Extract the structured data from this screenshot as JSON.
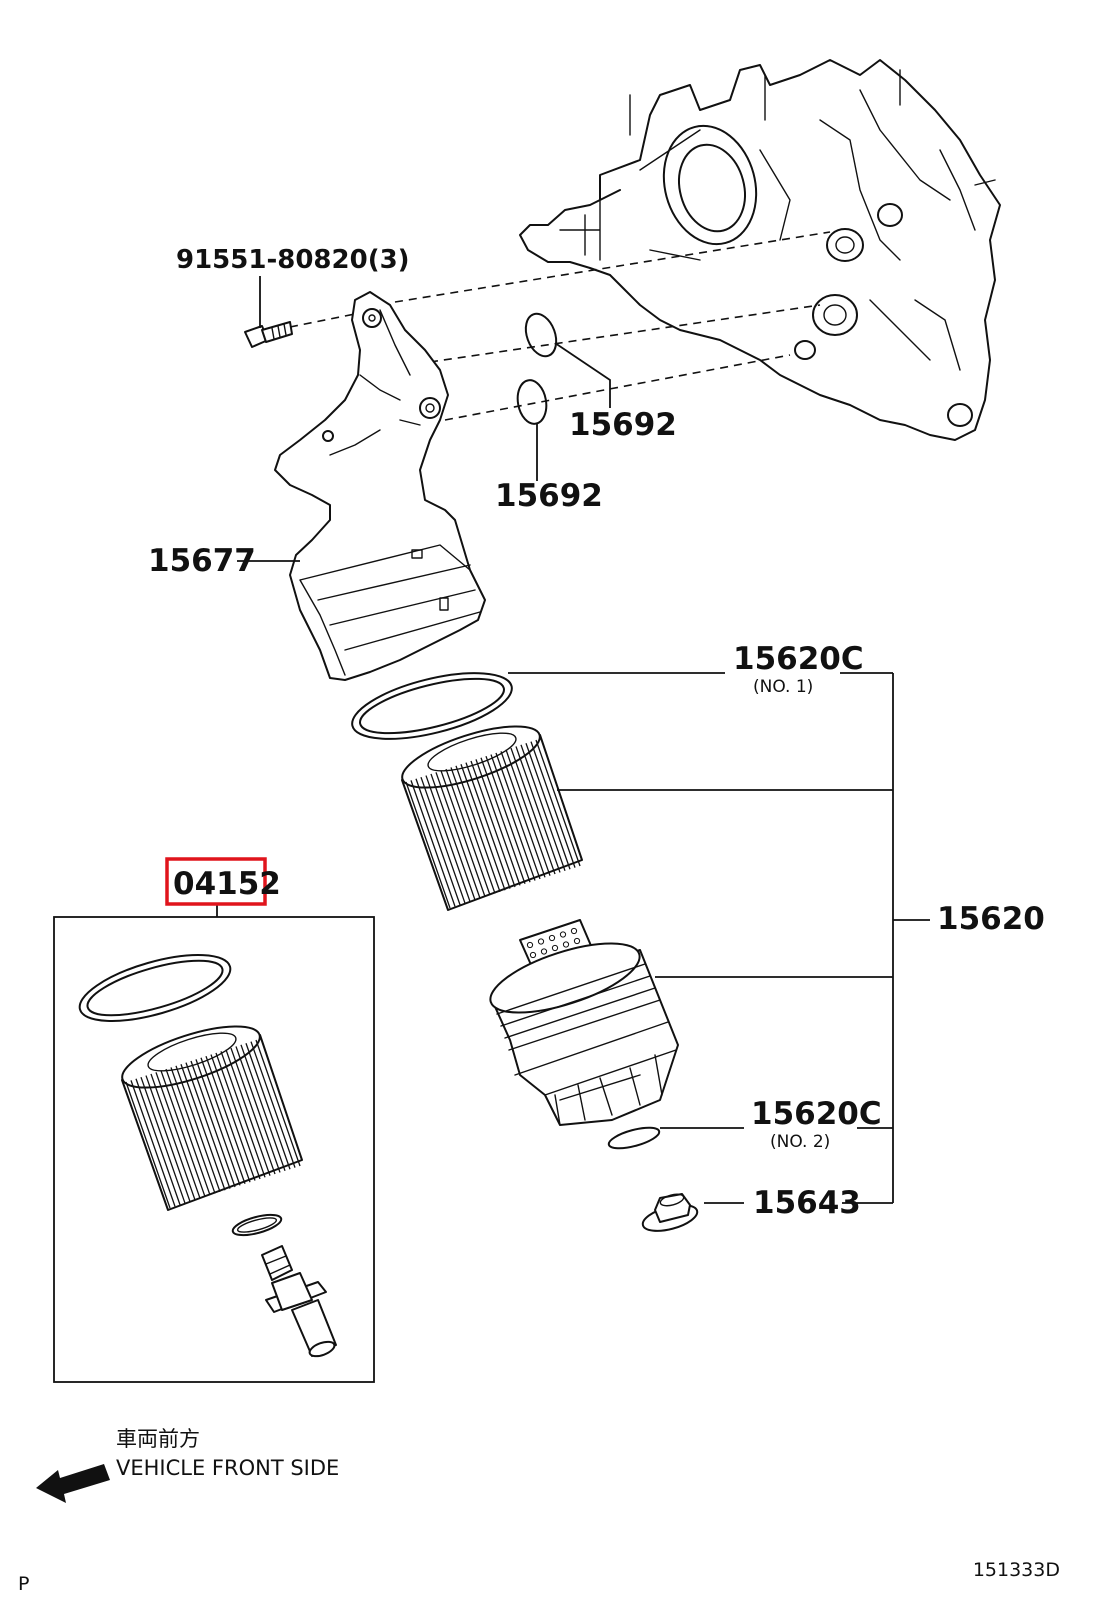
{
  "parts": {
    "bolt": "91551-80820(3)",
    "oring_upper": "15692",
    "oring_lower": "15692",
    "bracket": "15677",
    "gasket_no1": "15620C",
    "gasket_no1_note": "(NO. 1)",
    "assembly": "15620",
    "gasket_no2": "15620C",
    "gasket_no2_note": "(NO. 2)",
    "drain_plug": "15643",
    "kit": "04152"
  },
  "footer": {
    "direction_jp": "車両前方",
    "direction_en": "VEHICLE FRONT SIDE",
    "corner_mark": "P",
    "figure_id": "151333D"
  },
  "colors": {
    "highlight_box": "#e0141c",
    "line": "#111111",
    "background": "#ffffff"
  }
}
